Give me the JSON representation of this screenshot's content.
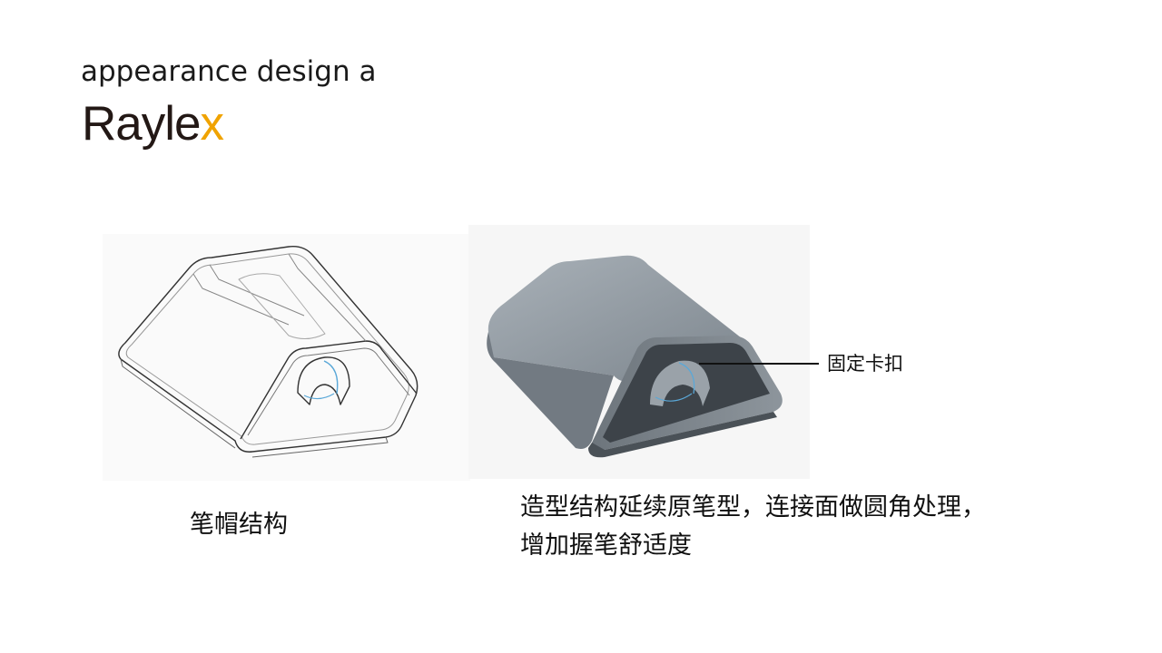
{
  "heading": "appearance design a",
  "logo": {
    "main": "Raylex",
    "accent_color": "#f0a300"
  },
  "left_figure": {
    "caption": "笔帽结构",
    "icon": "pen-cap-wireframe"
  },
  "right_figure": {
    "icon": "pen-cap-solid-render",
    "callout": "固定卡扣"
  },
  "description": {
    "line1": "造型结构延续原笔型，连接面做圆角处理，",
    "line2": "增加握笔舒适度"
  },
  "colors": {
    "cap_top": "#8a949e",
    "cap_side": "#5e666e",
    "cap_dark": "#3d4349",
    "inner_blue": "#5aa8d8"
  }
}
